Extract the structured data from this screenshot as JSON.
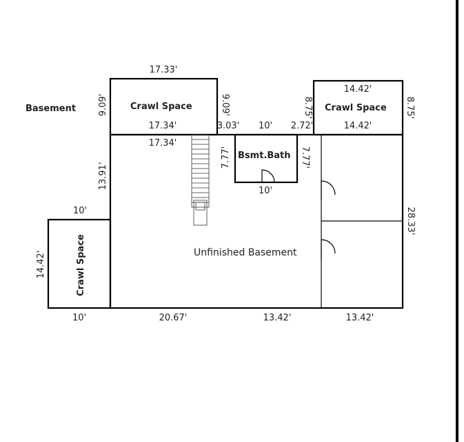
{
  "title": "Basement",
  "rooms": {
    "crawl_top_left": "Crawl Space",
    "crawl_top_right": "Crawl Space",
    "crawl_left": "Crawl Space",
    "bath": "Bsmt.Bath",
    "main": "Unfinished Basement"
  },
  "dimensions": {
    "top_left_top": "17.33'",
    "top_left_left": "9.09'",
    "top_left_right": "9.09'",
    "top_left_bottom": "17.34'",
    "main_top_left": "17.34'",
    "gap_left": "3.03'",
    "bath_top": "10'",
    "gap_right": "2.72'",
    "top_right_top": "14.42'",
    "top_right_left": "8.75'",
    "top_right_right": "8.75'",
    "top_right_bottom": "14.42'",
    "main_left_upper": "13.91'",
    "bath_left": "7.77'",
    "bath_right": "7.77'",
    "bath_bottom": "10'",
    "left_top": "10'",
    "left_side": "14.42'",
    "main_right": "28.33'",
    "bottom_left": "10'",
    "bottom_1": "20.67'",
    "bottom_2": "13.42'",
    "bottom_3": "13.42'"
  }
}
